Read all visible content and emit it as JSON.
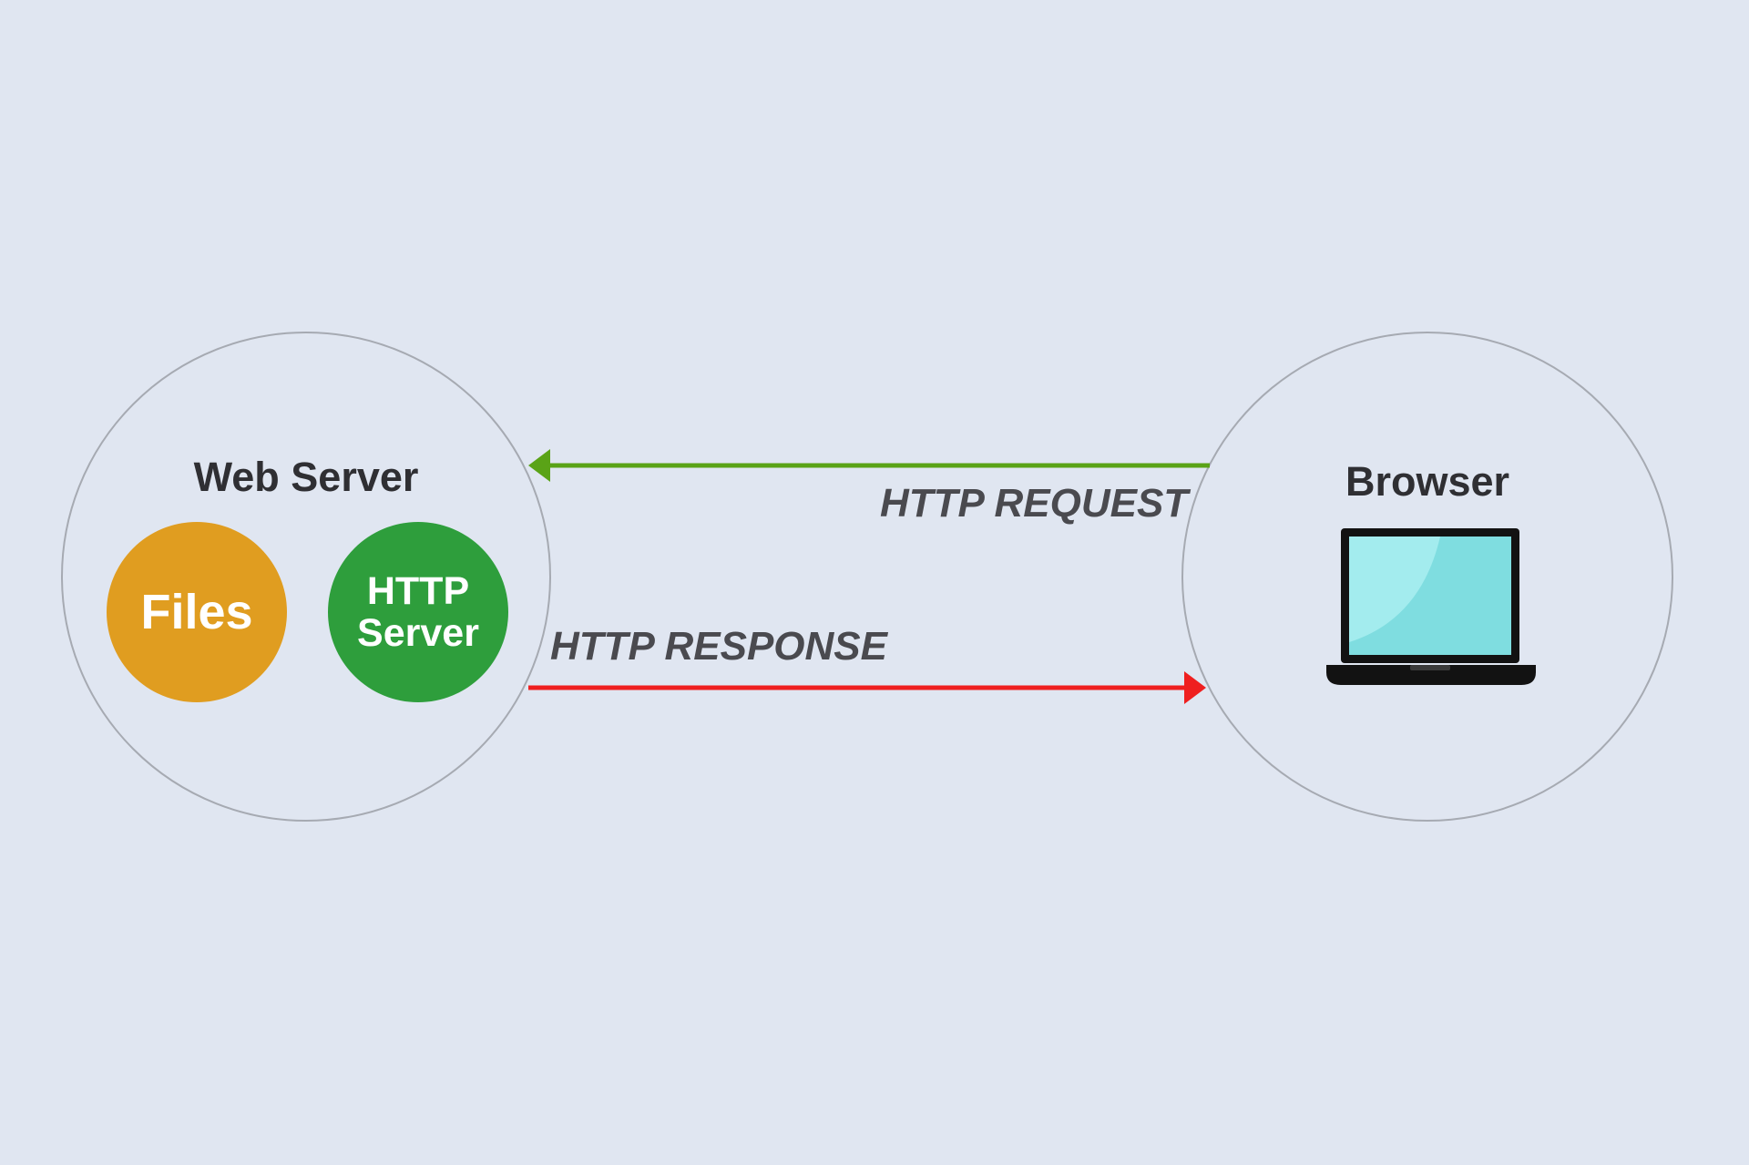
{
  "web_server": {
    "title": "Web Server",
    "components": {
      "files_label": "Files",
      "http_server_line1": "HTTP",
      "http_server_line2": "Server"
    }
  },
  "browser": {
    "title": "Browser",
    "icon": "laptop-icon"
  },
  "edges": {
    "request": {
      "label": "HTTP REQUEST",
      "from": "Browser",
      "to": "Web Server",
      "color": "#5aa317"
    },
    "response": {
      "label": "HTTP RESPONSE",
      "from": "Web Server",
      "to": "Browser",
      "color": "#ef1f1f"
    }
  },
  "colors": {
    "background": "#e0e6f1",
    "files": "#e09d20",
    "http_server": "#2e9e3c",
    "laptop_screen": "#7fdde0"
  }
}
